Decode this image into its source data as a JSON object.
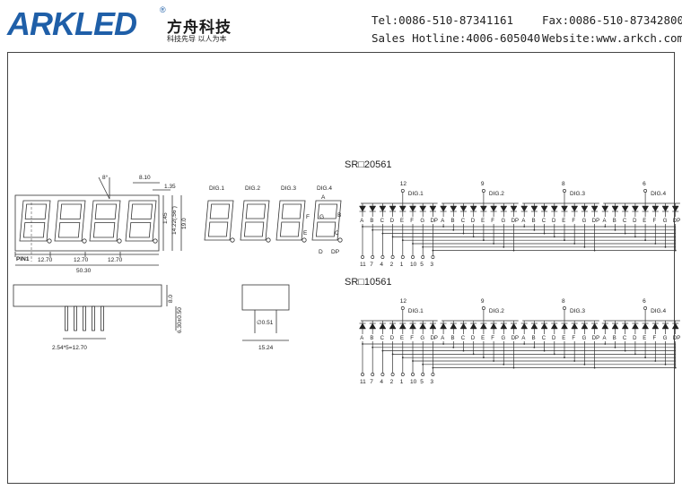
{
  "header": {
    "logo_text": "ARKLED",
    "registered_mark": "®",
    "company_cn": "方舟科技",
    "slogan_cn": "科技先导  以人为本",
    "tel": "Tel:0086-510-87341161",
    "fax": "Fax:0086-510-87342800",
    "hotline": "Sales Hotline:4006-605040",
    "website": "Website:www.arkch.com"
  },
  "drawing": {
    "dims": {
      "angle": "8°",
      "top_width": "8.10",
      "gap": "1.35",
      "height_a": "1.45",
      "height_b": "14.22(.56\")",
      "height_c": "19.0",
      "pitch1": "12.70",
      "pitch2": "12.70",
      "pitch3": "12.70",
      "overall": "50.30",
      "pin1": "PIN1",
      "body_h": "8.0",
      "pin_len": "6.30±0.50",
      "pin_pitch": "2.54*5=12.70",
      "pin_dia": "0.51",
      "depth": "15.24"
    },
    "digits": [
      "DIG.1",
      "DIG.2",
      "DIG.3",
      "DIG.4"
    ],
    "seg_labels": {
      "a": "A",
      "b": "B",
      "c": "C",
      "d": "D",
      "e": "E",
      "f": "F",
      "g": "G",
      "dp": "DP"
    },
    "schematics": [
      {
        "title": "SR□20561",
        "type": "common-anode",
        "common_pins": [
          "12",
          "9",
          "8",
          "6"
        ],
        "digit_labels": [
          "DIG.1",
          "DIG.2",
          "DIG.3",
          "DIG.4"
        ],
        "segments": [
          "A",
          "B",
          "C",
          "D",
          "E",
          "F",
          "G",
          "DP"
        ],
        "bottom_pins": [
          "11",
          "7",
          "4",
          "2",
          "1",
          "10",
          "5",
          "3"
        ]
      },
      {
        "title": "SR□10561",
        "type": "common-cathode",
        "common_pins": [
          "12",
          "9",
          "8",
          "6"
        ],
        "digit_labels": [
          "DIG.1",
          "DIG.2",
          "DIG.3",
          "DIG.4"
        ],
        "segments": [
          "A",
          "B",
          "C",
          "D",
          "E",
          "F",
          "G",
          "DP"
        ],
        "bottom_pins": [
          "11",
          "7",
          "4",
          "2",
          "1",
          "10",
          "5",
          "3"
        ]
      }
    ]
  }
}
